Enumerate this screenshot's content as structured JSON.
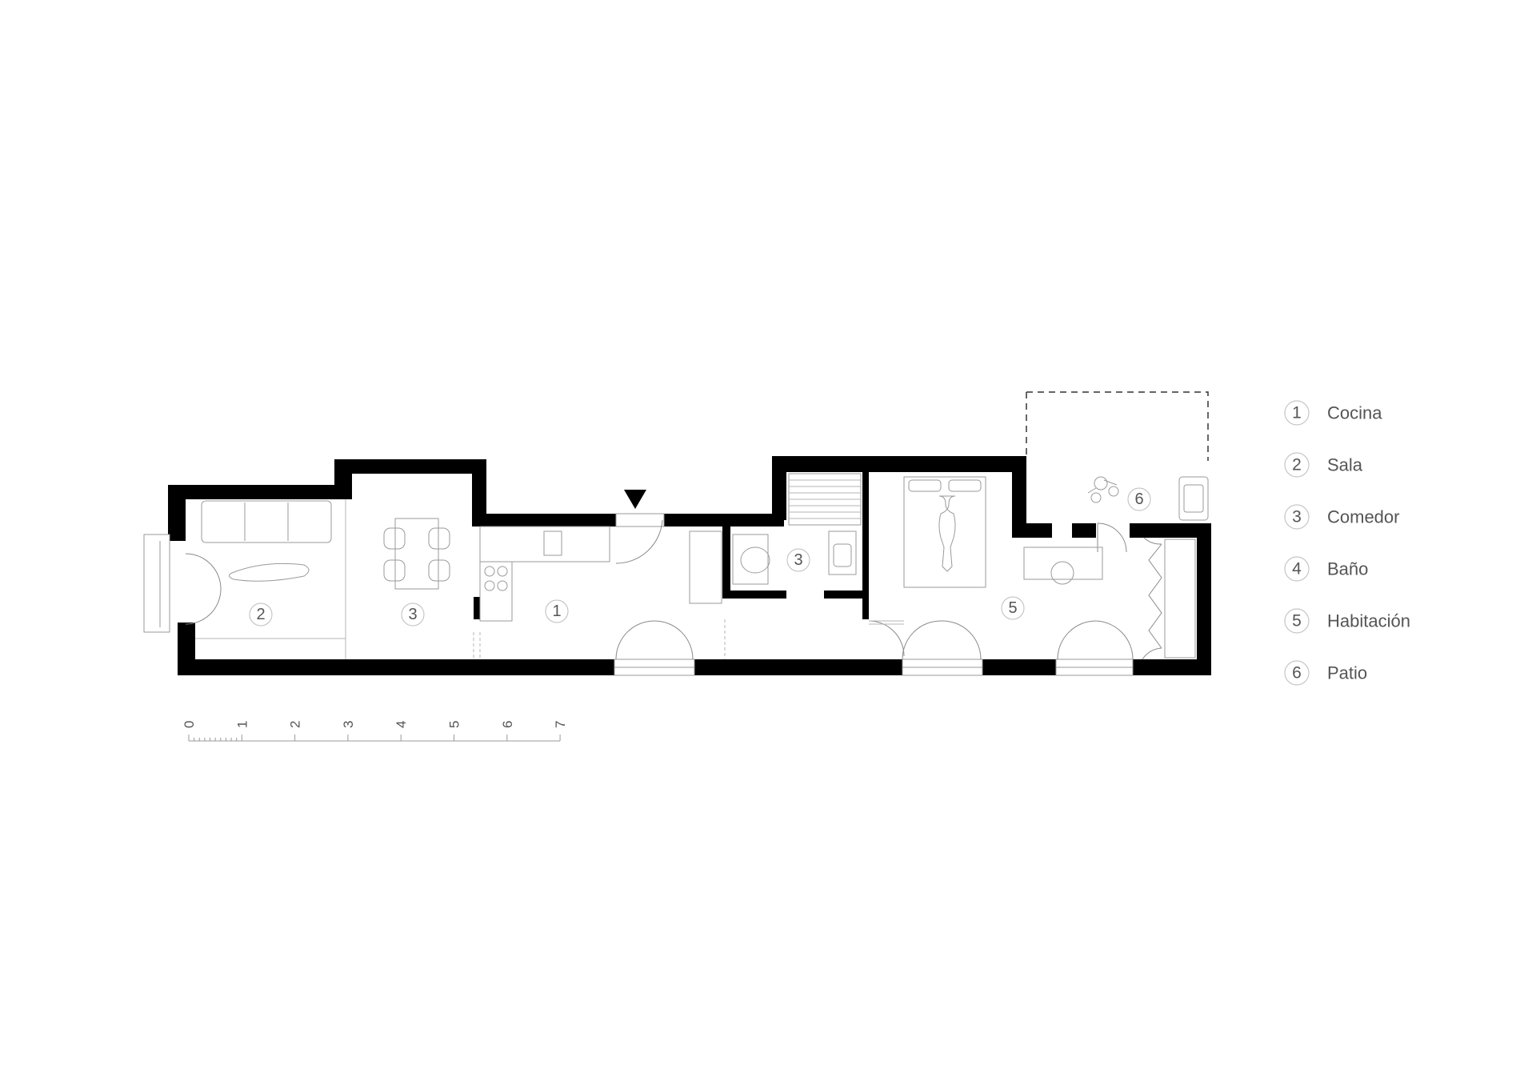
{
  "rooms": [
    {
      "num": "2"
    },
    {
      "num": "3"
    },
    {
      "num": "1"
    },
    {
      "num": "3"
    },
    {
      "num": "5"
    },
    {
      "num": "6"
    }
  ],
  "legend": [
    {
      "num": "1",
      "label": "Cocina"
    },
    {
      "num": "2",
      "label": "Sala"
    },
    {
      "num": "3",
      "label": "Comedor"
    },
    {
      "num": "4",
      "label": "Baño"
    },
    {
      "num": "5",
      "label": "Habitación"
    },
    {
      "num": "6",
      "label": "Patio"
    }
  ],
  "scale": {
    "ticks": [
      "0",
      "1",
      "2",
      "3",
      "4",
      "5",
      "6",
      "7"
    ]
  }
}
